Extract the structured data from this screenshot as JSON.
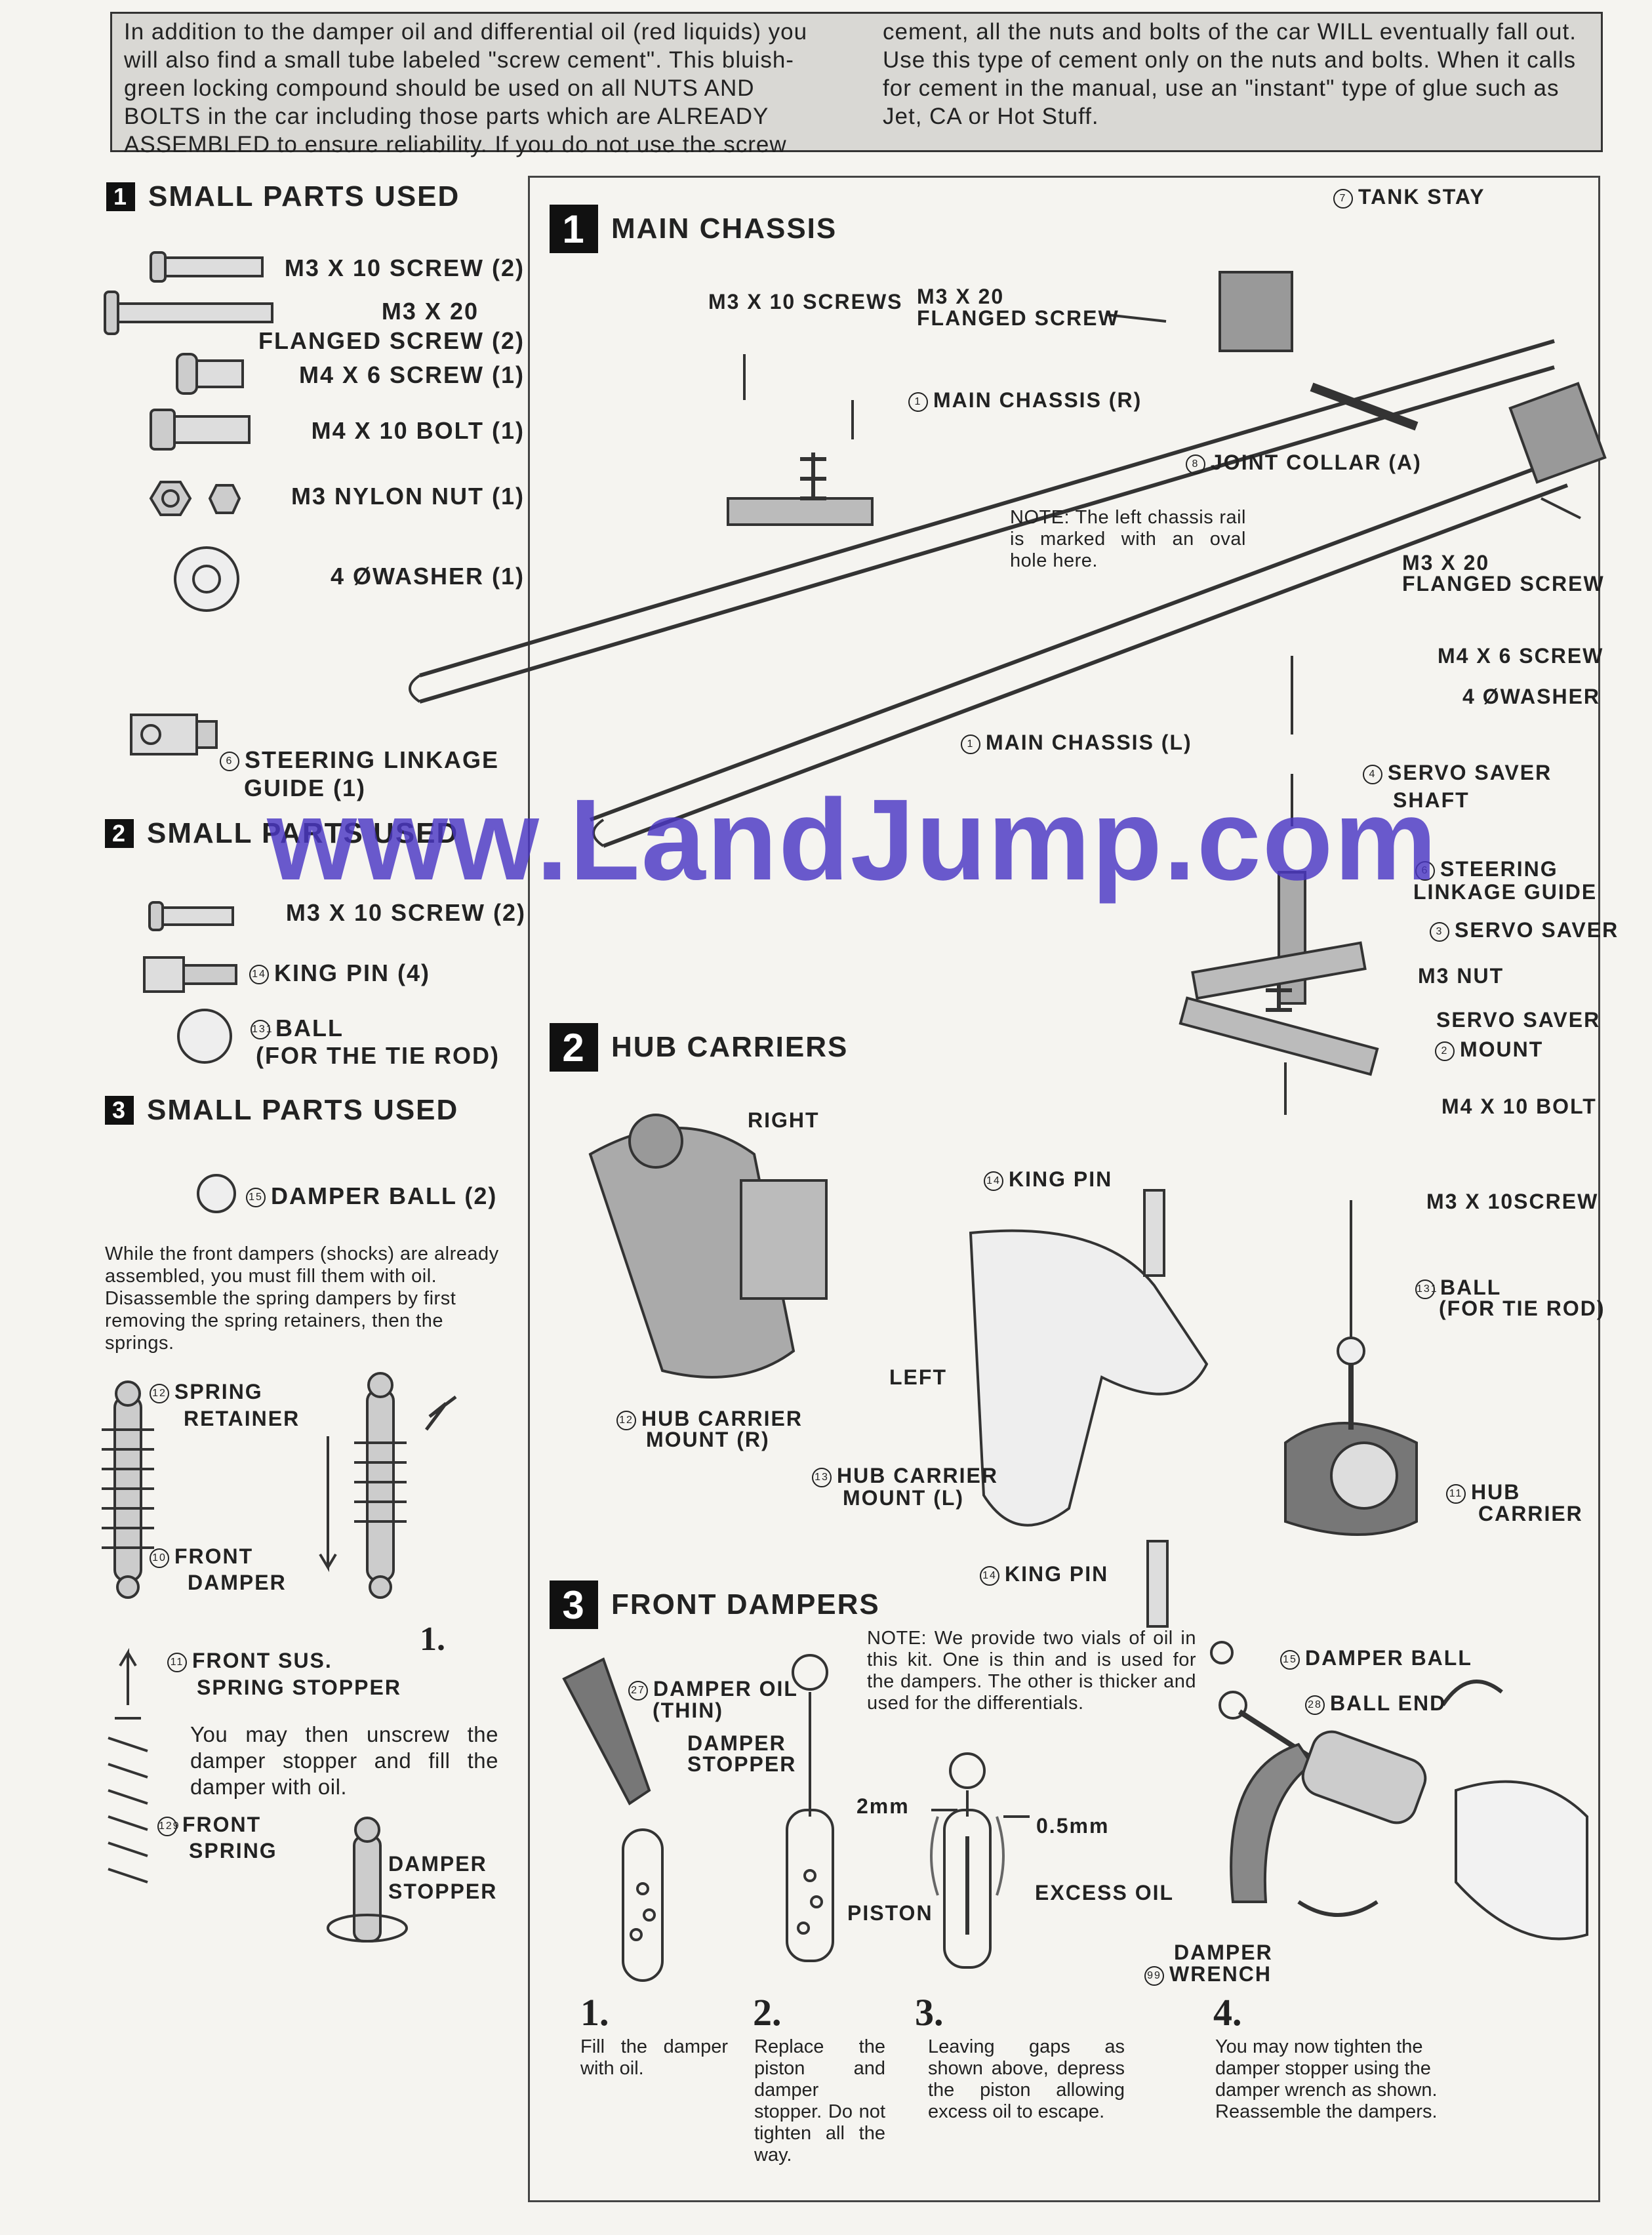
{
  "intro": {
    "left": "In addition to the damper oil and differential oil (red liquids) you will also find a small tube labeled \"screw cement\". This bluish-green locking compound should be used on all NUTS AND BOLTS in the car including those parts which are ALREADY ASSEMBLED to ensure reliability. If you do not use the screw",
    "right": "cement, all the nuts and bolts of the car WILL eventually fall out. Use this type of cement only on the nuts and bolts. When it calls for cement in the manual, use an \"instant\" type of glue such as Jet, CA or Hot Stuff."
  },
  "small_parts": {
    "s1": {
      "num": "1",
      "title": "SMALL PARTS USED",
      "items": [
        "M3 X 10 SCREW (2)",
        "M3 X 20",
        "FLANGED SCREW (2)",
        "M4 X 6 SCREW (1)",
        "M4 X 10 BOLT (1)",
        "M3 NYLON NUT (1)",
        "4 ØWASHER (1)",
        "STEERING LINKAGE",
        "GUIDE (1)"
      ],
      "idx_steering": "6"
    },
    "s2": {
      "num": "2",
      "title": "SMALL PARTS USED",
      "items": [
        "M3 X 10 SCREW (2)",
        "KING PIN (4)",
        "BALL",
        "(FOR THE TIE ROD)"
      ],
      "idx_king": "14",
      "idx_ball": "131"
    },
    "s3": {
      "num": "3",
      "title": "SMALL PARTS USED",
      "item": "DAMPER BALL (2)",
      "idx_ball": "15",
      "para": "While the front dampers (shocks) are already assembled, you must fill them with oil. Disassemble the spring dampers by first removing the spring retainers, then the springs.",
      "spring_retainer": [
        "SPRING",
        "RETAINER"
      ],
      "idx_retainer": "12",
      "front_damper": [
        "FRONT",
        "DAMPER"
      ],
      "idx_damper": "10",
      "front_sus": [
        "FRONT SUS.",
        "SPRING STOPPER"
      ],
      "idx_sus": "11",
      "step1": "1.",
      "para2": "You may then unscrew the damper stopper and fill the damper with oil.",
      "front_spring": [
        "FRONT",
        "SPRING"
      ],
      "idx_spring": "129",
      "damper_stopper": [
        "DAMPER",
        "STOPPER"
      ]
    }
  },
  "main_chassis": {
    "num": "1",
    "title": "MAIN CHASSIS",
    "labels": {
      "m3x10_screws": "M3 X 10 SCREWS",
      "m3x20_top": [
        "M3 X 20",
        "FLANGED SCREW"
      ],
      "tank_stay": "TANK STAY",
      "idx_tank": "7",
      "main_chassis_r": "MAIN CHASSIS (R)",
      "idx_main_r": "1",
      "joint_collar": "JOINT COLLAR (A)",
      "idx_joint": "8",
      "note": "NOTE: The left chassis rail is marked with an oval hole here.",
      "m3x20_right": [
        "M3 X 20",
        "FLANGED SCREW"
      ],
      "m4x6": "M4 X 6 SCREW",
      "washer": "4 ØWASHER",
      "main_chassis_l": "MAIN CHASSIS (L)",
      "idx_main_l": "1",
      "servo_saver_shaft": [
        "SERVO SAVER",
        "SHAFT"
      ],
      "idx_shaft": "4",
      "steering_guide": [
        "STEERING",
        "LINKAGE GUIDE"
      ],
      "idx_guide": "6",
      "servo_saver": "SERVO SAVER",
      "idx_saver": "3",
      "m3_nut": "M3 NUT",
      "servo_mount": [
        "SERVO SAVER",
        "MOUNT"
      ],
      "idx_mount": "2",
      "m4x10": "M4 X 10 BOLT"
    }
  },
  "hub_carriers": {
    "num": "2",
    "title": "HUB CARRIERS",
    "labels": {
      "right": "RIGHT",
      "king_pin_top": "KING PIN",
      "idx_king_top": "14",
      "m3x10": "M3 X 10SCREW",
      "ball": [
        "BALL",
        "(FOR TIE ROD)"
      ],
      "idx_ball": "131",
      "left": "LEFT",
      "mount_r": [
        "HUB CARRIER",
        "MOUNT (R)"
      ],
      "idx_mount_r": "12",
      "mount_l": [
        "HUB CARRIER",
        "MOUNT (L)"
      ],
      "idx_mount_l": "13",
      "hub_carrier": [
        "HUB",
        "CARRIER"
      ],
      "idx_hub": "11",
      "king_pin_bottom": "KING PIN",
      "idx_king_bottom": "14"
    }
  },
  "front_dampers": {
    "num": "3",
    "title": "FRONT DAMPERS",
    "note": "NOTE: We provide two vials of oil in this kit. One is thin and is used for the dampers. The other is thicker and used for the differentials.",
    "labels": {
      "damper_oil": [
        "DAMPER OIL",
        "(THIN)"
      ],
      "idx_oil": "27",
      "damper_stopper": [
        "DAMPER",
        "STOPPER"
      ],
      "gap_2mm": "2mm",
      "gap_05mm": "0.5mm",
      "piston": "PISTON",
      "excess_oil": "EXCESS OIL",
      "damper_ball": "DAMPER BALL",
      "idx_ball": "15",
      "ball_end": "BALL END",
      "idx_end": "28",
      "wrench": [
        "DAMPER",
        "WRENCH"
      ],
      "idx_wrench": "99"
    },
    "steps": [
      {
        "num": "1.",
        "text": "Fill the damper with oil."
      },
      {
        "num": "2.",
        "text": "Replace the piston and damper stopper. Do not tighten all the way."
      },
      {
        "num": "3.",
        "text": "Leaving gaps as shown above, depress the piston allowing excess oil to escape."
      },
      {
        "num": "4.",
        "text": "You may now tighten the damper stopper using the damper wrench as shown. Reassemble the dampers."
      }
    ]
  },
  "watermark": "www.LandJump.com"
}
